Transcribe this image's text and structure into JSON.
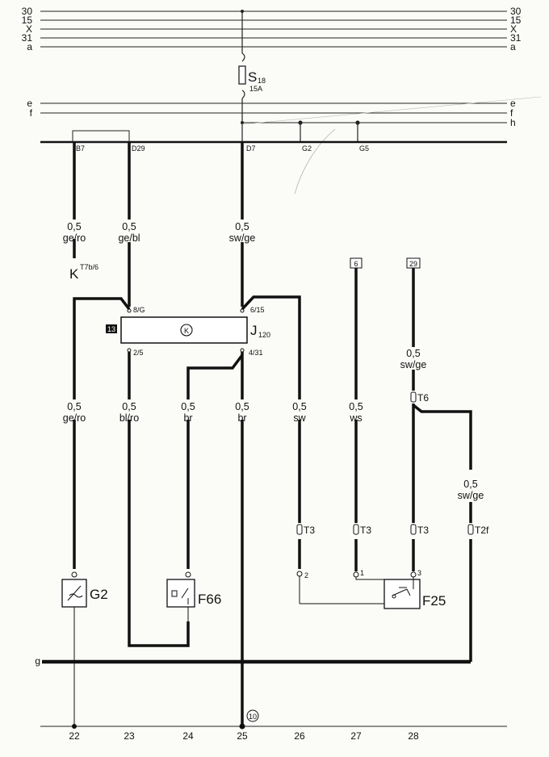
{
  "rails": {
    "left": [
      "30",
      "15",
      "X",
      "31",
      "a",
      "e",
      "f",
      "g"
    ],
    "right": [
      "30",
      "15",
      "X",
      "31",
      "a",
      "e",
      "f",
      "h"
    ]
  },
  "fuse": {
    "name_main": "S",
    "name_sub": "18",
    "rating": "15A"
  },
  "top_connectors": {
    "c1": "B7",
    "c2": "D29",
    "c3": "D7",
    "g2": "G2",
    "g5": "G5"
  },
  "relay": {
    "tag": "13",
    "symbol": "K",
    "name_main": "J",
    "name_sub": "120",
    "pin_8": "8/G",
    "pin_6": "6/15",
    "pin_2": "2/5",
    "pin_4": "4/31"
  },
  "k_ref": {
    "letter": "K",
    "ref": "T7b/6"
  },
  "wires_top": [
    {
      "size": "0,5",
      "color": "ge/ro"
    },
    {
      "size": "0,5",
      "color": "ge/bl"
    },
    {
      "size": "0,5",
      "color": "sw/ge"
    }
  ],
  "wires_mid": [
    {
      "size": "0,5",
      "color": "ge/ro"
    },
    {
      "size": "0,5",
      "color": "bl/ro"
    },
    {
      "size": "0,5",
      "color": "br"
    },
    {
      "size": "0,5",
      "color": "br"
    },
    {
      "size": "0,5",
      "color": "sw"
    },
    {
      "size": "0,5",
      "color": "ws"
    }
  ],
  "wire_29_upper": {
    "size": "0,5",
    "color": "sw/ge"
  },
  "wire_29_right": {
    "size": "0,5",
    "color": "sw/ge"
  },
  "terminal_boxes": {
    "b6": "6",
    "b29": "29"
  },
  "connector_t": {
    "t6": "T6",
    "t3a": "T3",
    "t3b": "T3",
    "t3c": "T3",
    "t2f": "T2f"
  },
  "pins_f25": {
    "p2": "2",
    "p1": "1",
    "p3": "3"
  },
  "components": {
    "g2": "G2",
    "f66": "F66",
    "f25": "F25"
  },
  "ground_ref": "10",
  "tracks": [
    "22",
    "23",
    "24",
    "25",
    "26",
    "27",
    "28"
  ]
}
